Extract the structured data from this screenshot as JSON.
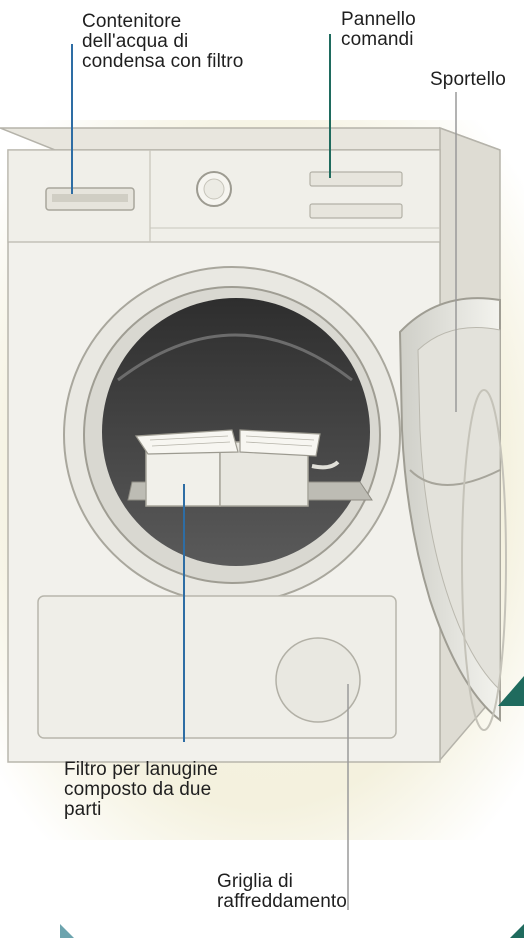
{
  "callouts": {
    "condensate_container": "Contenitore\ndell'acqua di\ncondensa con filtro",
    "control_panel": "Pannello\ncomandi",
    "door": "Sportello",
    "lint_filter": "Filtro per lanugine\ncomposto da due\nparti",
    "cooling_grille": "Griglia di\nraffreddamento"
  },
  "colors": {
    "background_wash": "#f4f1de",
    "leader_blue": "#2e6da4",
    "leader_teal": "#1f6b5e",
    "leader_grey": "#9a9a9a",
    "corner_marker": "#1f6b5e"
  }
}
